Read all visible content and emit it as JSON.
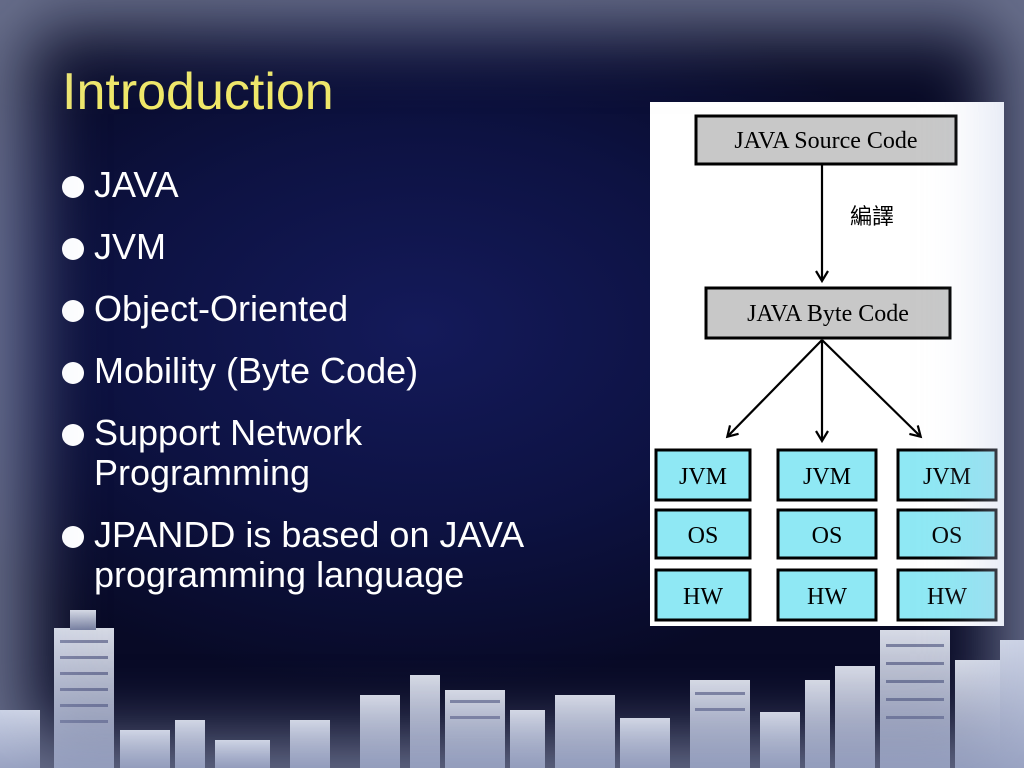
{
  "slide": {
    "title": "Introduction",
    "bullets": [
      "JAVA",
      "JVM",
      "Object-Oriented",
      "Mobility (Byte Code)",
      "Support Network Programming",
      "JPANDD is based on JAVA programming language"
    ]
  },
  "diagram": {
    "source_box": "JAVA Source Code",
    "compile_label": "編譯",
    "byte_box": "JAVA Byte Code",
    "columns": [
      {
        "jvm": "JVM",
        "os": "OS",
        "hw": "HW"
      },
      {
        "jvm": "JVM",
        "os": "OS",
        "hw": "HW"
      },
      {
        "jvm": "JVM",
        "os": "OS",
        "hw": "HW"
      }
    ]
  },
  "colors": {
    "title": "#f0e868",
    "text": "#ffffff",
    "gray_box": "#c8c8c8",
    "cyan_box": "#8fe8f4"
  }
}
